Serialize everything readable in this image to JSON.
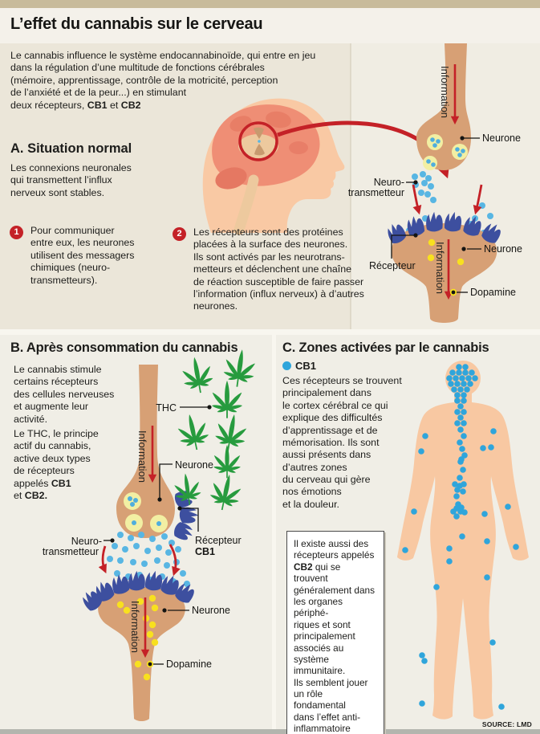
{
  "header": {
    "title": "L’effet du cannabis sur le cerveau"
  },
  "intro": {
    "part1": "Le cannabis influence le système endocannabinoïde, qui entre en jeu\ndans la régulation d’une multitude de fonctions cérébrales\n(mémoire, apprentissage, contrôle de la motricité, perception\nde l’anxiété et de la peur...) en stimulant\ndeux récepteurs, ",
    "cb1": "CB1",
    "sep": " et ",
    "cb2": "CB2"
  },
  "section_a": {
    "title": "A. Situation normal",
    "subtitle": "Les connexions neuronales\nqui transmettent l’influx\nnerveux sont stables.",
    "steps": [
      {
        "num": "1",
        "text": "Pour communiquer\nentre eux, les neurones\nutilisent des messagers\nchimiques (neuro-\ntransmetteurs)."
      },
      {
        "num": "2",
        "text": "Les récepteurs sont des protéines\nplacées à la surface des neurones.\nIls sont activés par les neurotrans-\nmetteurs et déclenchent une chaîne\nde réaction susceptible de faire passer\nl’information (influx nerveux) à d’autres\nneurones."
      }
    ]
  },
  "labels": {
    "information": "Information",
    "neurone": "Neurone",
    "neuro1": "Neuro-",
    "neuro2": "transmetteur",
    "recepteur": "Récepteur",
    "dopamine": "Dopamine",
    "thc": "THC",
    "cb1": "CB1"
  },
  "section_b": {
    "title": "B. Après consommation du cannabis",
    "para1": "Le cannabis stimule\ncertains récepteurs\ndes cellules nerveuses\net augmente leur\nactivité.",
    "para2_part1": "Le THC, le principe\nactif du cannabis,\nactive deux types\nde récepteurs\nappelés ",
    "para2_cb1": "CB1",
    "para2_mid": "\net ",
    "para2_cb2": "CB2."
  },
  "section_c": {
    "title": "C. Zones activées par le cannabis",
    "legend_cb1": "CB1",
    "para": "Ces récepteurs se trouvent\nprincipalement dans\nle cortex cérébral ce qui\nexplique des difficultés\nd’apprentissage et de\nmémorisation. Ils sont\naussi présents dans\nd’autres zones\ndu cerveau qui gère\nnos émotions\net la douleur.",
    "box_part1": "Il existe aussi des\nrécepteurs appelés\n",
    "box_cb2": "CB2",
    "box_part2": " qui se trouvent\ngénéralement dans\nles organes périphé-\nriques et sont\nprincipalement\nassociés au système\nimmunitaire.\nIls semblent jouer\nun rôle fondamental\ndans l’effet anti-\ninflammatoire\ndu cannabis."
  },
  "footer": {
    "source": "SOURCE: LMD"
  },
  "colors": {
    "accent_red": "#C42127",
    "receptor_blue": "#3D4F9F",
    "neurotransmitter_blue": "#58B6E3",
    "dopamine_yellow": "#F8E01F",
    "vesicle_yellow": "#F2EFA3",
    "neuron_tan": "#D7A075",
    "leaf_green": "#279B3E",
    "skin_peach": "#F8C8A2",
    "brain_salmon": "#EF8E75",
    "body_dot_blue": "#2FA5DB",
    "band_tan": "#C8BB9B"
  }
}
